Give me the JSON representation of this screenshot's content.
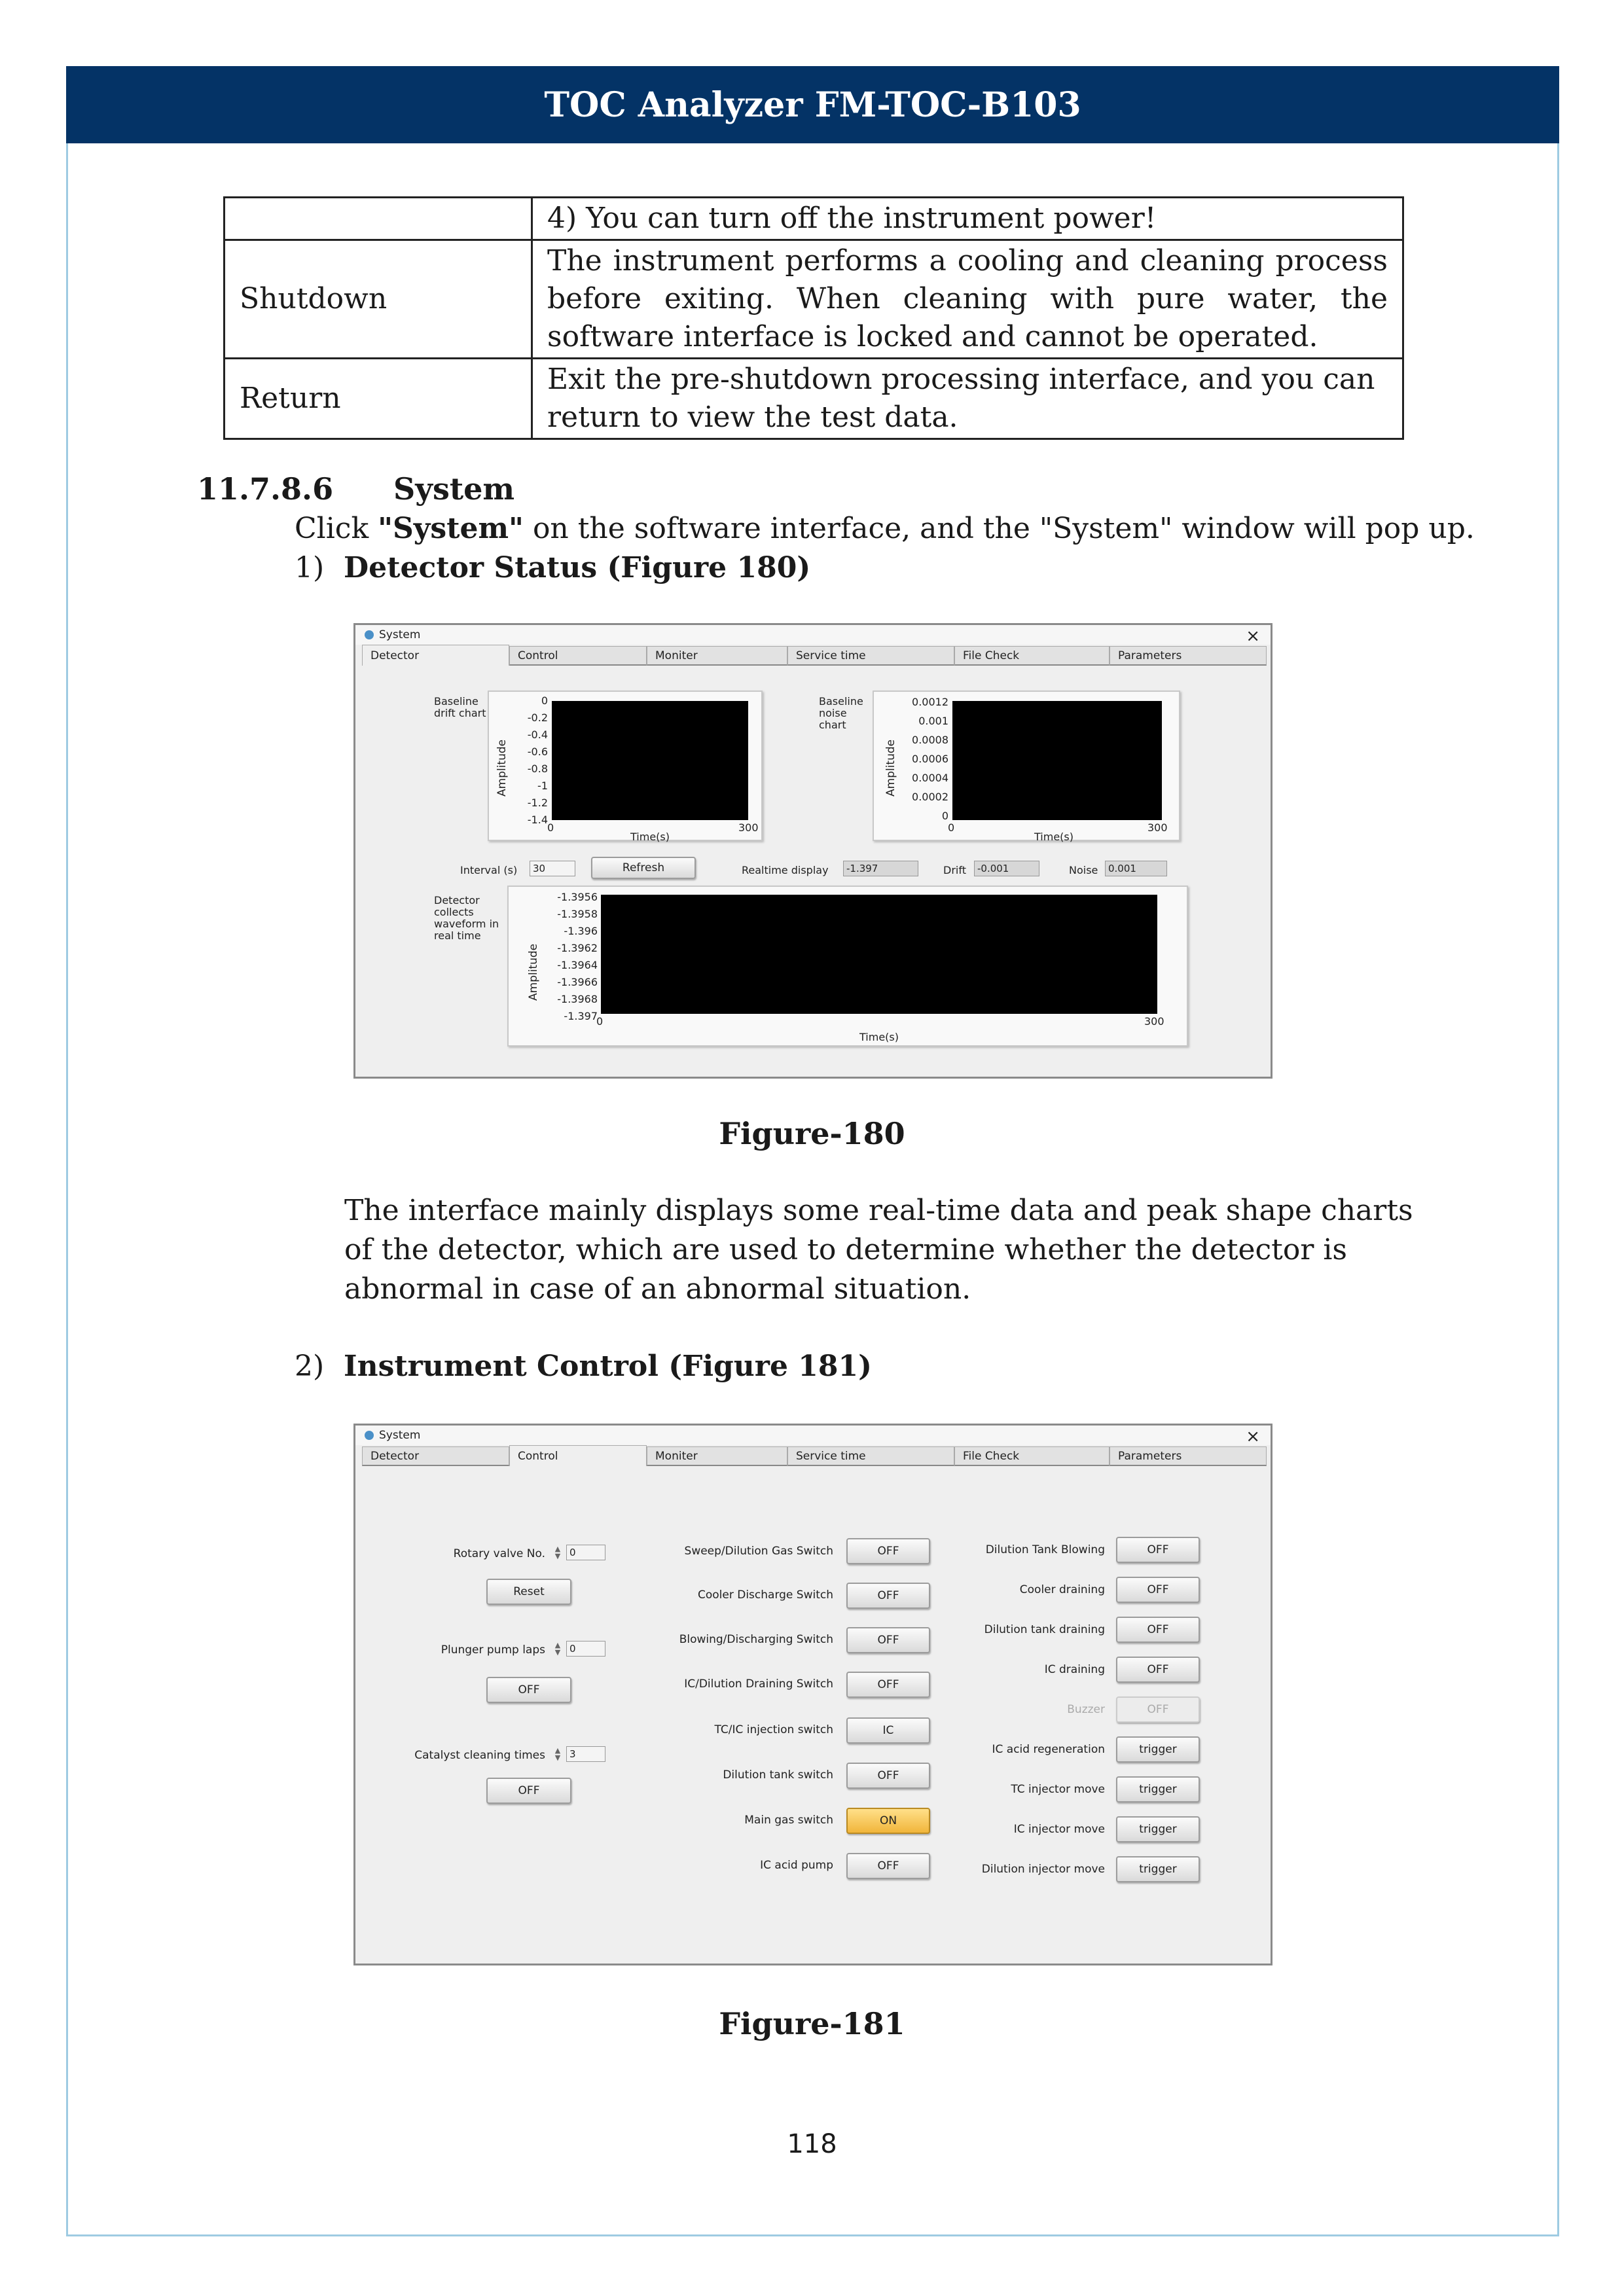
{
  "header": {
    "title": "TOC Analyzer FM-TOC-B103"
  },
  "table": {
    "rows": [
      {
        "label": "",
        "text": "4)  You can turn off the instrument power!"
      },
      {
        "label": "Shutdown",
        "text": "The instrument performs a cooling and cleaning process before exiting. When cleaning with pure water, the software interface is locked and cannot be operated."
      },
      {
        "label": "Return",
        "text": "Exit the pre-shutdown processing interface, and you can return to view the test data."
      }
    ]
  },
  "section": {
    "number": "11.7.8.6",
    "title": "System",
    "intro_pre": "Click ",
    "intro_bold": "\"System\"",
    "intro_post": " on the software interface, and the \"System\" window will pop up.",
    "item1_num": "1)",
    "item1_title": "Detector Status (Figure 180)",
    "item2_num": "2)",
    "item2_title": "Instrument Control (Figure 181)",
    "body_text": "The interface mainly displays some real-time data and peak shape charts of the detector, which are used to determine whether the detector is abnormal in case of an abnormal situation."
  },
  "captions": {
    "fig180": "Figure-180",
    "fig181": "Figure-181"
  },
  "page_number": "118",
  "window": {
    "title": "System",
    "close": "×",
    "tabs": [
      "Detector",
      "Control",
      "Moniter",
      "Service time",
      "File Check",
      "Parameters"
    ]
  },
  "detector": {
    "drift_chart_label": "Baseline drift chart",
    "noise_chart_label": "Baseline noise chart",
    "wave_chart_label": "Detector collects waveform in real time",
    "y_axis_label": "Amplitude",
    "x_axis_label": "Time(s)",
    "drift_yticks": [
      "0",
      "-0.2",
      "-0.4",
      "-0.6",
      "-0.8",
      "-1",
      "-1.2",
      "-1.4"
    ],
    "noise_yticks": [
      "0.0012",
      "0.001",
      "0.0008",
      "0.0006",
      "0.0004",
      "0.0002",
      "0"
    ],
    "wave_yticks": [
      "-1.3956",
      "-1.3958",
      "-1.396",
      "-1.3962",
      "-1.3964",
      "-1.3966",
      "-1.3968",
      "-1.397"
    ],
    "x_min": "0",
    "x_max": "300",
    "interval_label": "Interval (s)",
    "interval_value": "30",
    "refresh_label": "Refresh",
    "realtime_label": "Realtime display",
    "realtime_value": "-1.397",
    "drift_label": "Drift",
    "drift_value": "-0.001",
    "noise_label": "Noise",
    "noise_value": "0.001"
  },
  "control": {
    "rotary_label": "Rotary valve No.",
    "rotary_value": "0",
    "reset_label": "Reset",
    "plunger_label": "Plunger pump laps",
    "plunger_value": "0",
    "plunger_btn": "OFF",
    "catalyst_label": "Catalyst cleaning times",
    "catalyst_value": "3",
    "catalyst_btn": "OFF",
    "middle": [
      {
        "label": "Sweep/Dilution Gas Switch",
        "value": "OFF"
      },
      {
        "label": "Cooler Discharge Switch",
        "value": "OFF"
      },
      {
        "label": "Blowing/Discharging Switch",
        "value": "OFF"
      },
      {
        "label": "IC/Dilution Draining Switch",
        "value": "OFF"
      },
      {
        "label": "TC/IC injection switch",
        "value": "IC"
      },
      {
        "label": "Dilution tank switch",
        "value": "OFF"
      },
      {
        "label": "Main gas switch",
        "value": "ON"
      },
      {
        "label": "IC acid pump",
        "value": "OFF"
      }
    ],
    "right": [
      {
        "label": "Dilution Tank Blowing",
        "value": "OFF"
      },
      {
        "label": "Cooler draining",
        "value": "OFF"
      },
      {
        "label": "Dilution tank draining",
        "value": "OFF"
      },
      {
        "label": "IC draining",
        "value": "OFF"
      },
      {
        "label": "Buzzer",
        "value": "OFF"
      },
      {
        "label": "IC acid regeneration",
        "value": "trigger"
      },
      {
        "label": "TC injector move",
        "value": "trigger"
      },
      {
        "label": "IC injector move",
        "value": "trigger"
      },
      {
        "label": "Dilution injector move",
        "value": "trigger"
      }
    ]
  }
}
